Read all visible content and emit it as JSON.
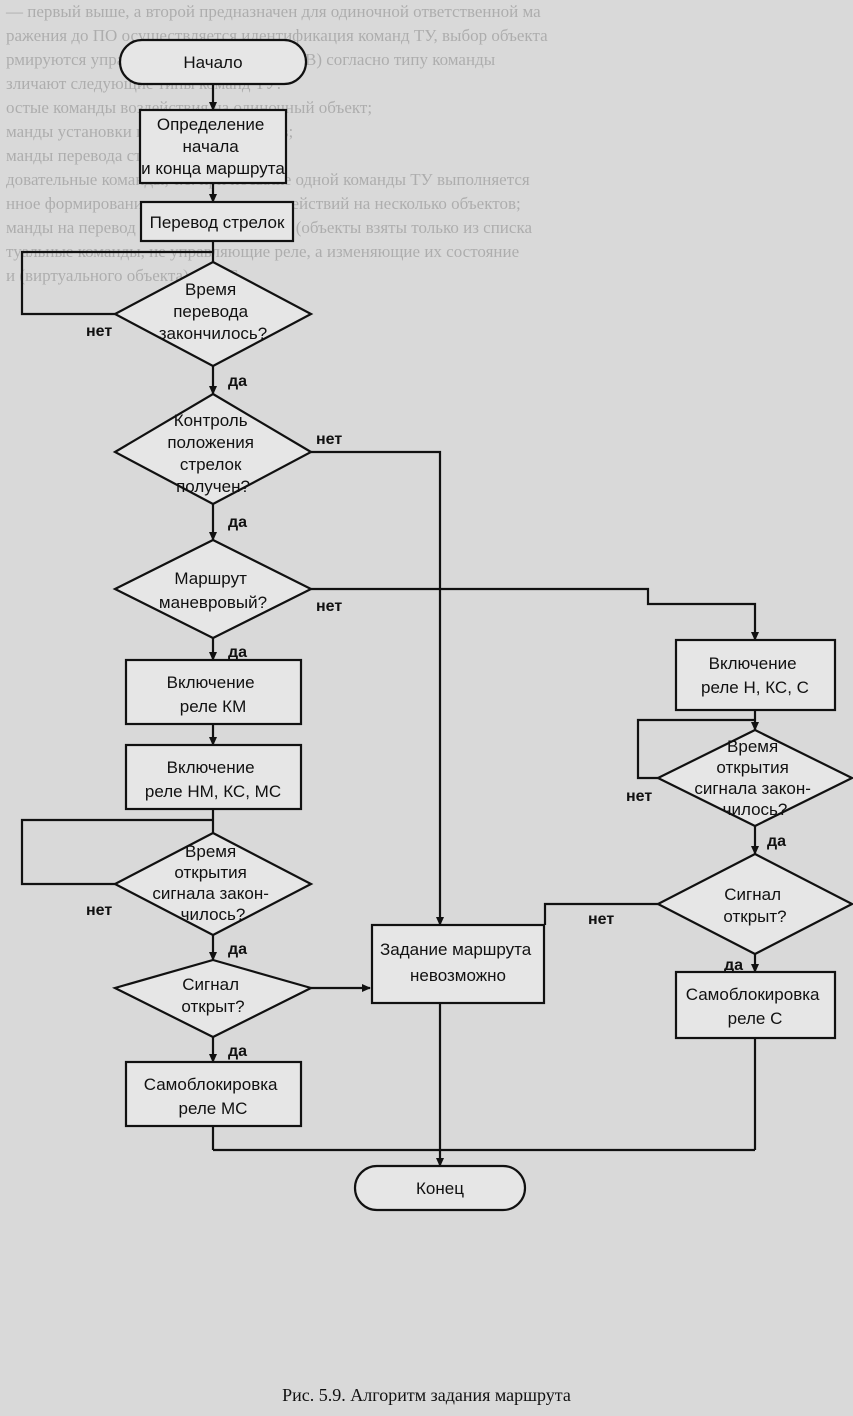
{
  "background_text": [
    "— первый выше, а второй предназначен для одиночной ответственной ма",
    "ражения до ПО осуществляется идентификация команд ТУ, выбор объекта",
    "рмируются управляющие воздействия (УВ) согласно типу команды",
    "зличают следующие типы команд ТУ:",
    "остые команды воздействия на одиночный объект;",
    "манды установки и отмены маршрутов;",
    "манды перевода стрелок;",
    "довательные команды, т.е. при посылке одной команды ТУ выполняется",
    "нное формирование управляющих воздействий на несколько объектов;",
    "манды на перевод нескольких объектов (объекты взяты только из списка",
    "туальные команды, не управляющие реле, а изменяющие их состояние",
    "и (виртуального объекта) в КТС."
  ],
  "nodes": {
    "start": "Начало",
    "define_route": [
      "Определение",
      "начала",
      "и конца маршрута"
    ],
    "switch_points": "Перевод стрелок",
    "time_check1": [
      "Время",
      "перевода",
      "закончилось?"
    ],
    "position_check": [
      "Контроль",
      "положения",
      "стрелок",
      "получен?"
    ],
    "shunting_check": [
      "Маршрут",
      "маневровый?"
    ],
    "relay_km": [
      "Включение",
      "реле КМ"
    ],
    "relay_nm": [
      "Включение",
      "реле НМ, КС, МС"
    ],
    "signal_time1": [
      "Время",
      "открытия",
      "сигнала закон-",
      "чилось?"
    ],
    "signal_open1": [
      "Сигнал",
      "открыт?"
    ],
    "selflock_ms": [
      "Самоблокировка",
      "реле МС"
    ],
    "route_impossible": [
      "Задание маршрута",
      "невозможно"
    ],
    "relay_nks": [
      "Включение",
      "реле Н, КС, С"
    ],
    "signal_time2": [
      "Время",
      "открытия",
      "сигнала закон-",
      "чилось?"
    ],
    "signal_open2": [
      "Сигнал",
      "открыт?"
    ],
    "selflock_s": [
      "Самоблокировка",
      "реле С"
    ],
    "end": "Конец"
  },
  "labels": {
    "yes": "да",
    "no": "нет"
  },
  "caption": "Рис. 5.9. Алгоритм задания маршрута"
}
